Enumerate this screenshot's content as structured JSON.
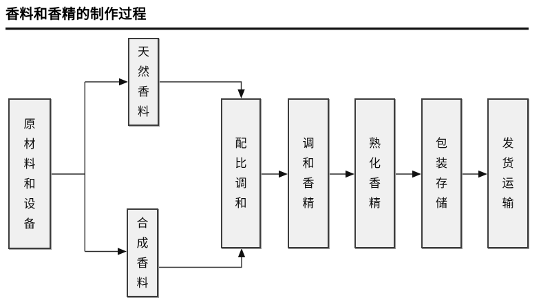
{
  "page": {
    "title": "香料和香精的制作过程"
  },
  "flowchart": {
    "nodes": [
      {
        "id": "raw-materials",
        "label": "原材料和设备"
      },
      {
        "id": "natural-fragrance",
        "label": "天然香料"
      },
      {
        "id": "synthetic-fragrance",
        "label": "合成香料"
      },
      {
        "id": "ratio-blending",
        "label": "配比调和"
      },
      {
        "id": "blended-essence",
        "label": "调和香精"
      },
      {
        "id": "matured-essence",
        "label": "熟化香精"
      },
      {
        "id": "packaging-storage",
        "label": "包装存储"
      },
      {
        "id": "shipping-transport",
        "label": "发货运输"
      }
    ],
    "edges": [
      {
        "from": "raw-materials",
        "to": "natural-fragrance"
      },
      {
        "from": "raw-materials",
        "to": "synthetic-fragrance"
      },
      {
        "from": "natural-fragrance",
        "to": "ratio-blending"
      },
      {
        "from": "synthetic-fragrance",
        "to": "ratio-blending"
      },
      {
        "from": "ratio-blending",
        "to": "blended-essence"
      },
      {
        "from": "blended-essence",
        "to": "matured-essence"
      },
      {
        "from": "matured-essence",
        "to": "packaging-storage"
      },
      {
        "from": "packaging-storage",
        "to": "shipping-transport"
      }
    ],
    "colors": {
      "background": "#ffffff",
      "box_fill": "#f0f0f0",
      "box_border": "#3c3c3c",
      "line": "#2b2b2b",
      "text": "#0d0d0d",
      "title": "#000000"
    }
  }
}
